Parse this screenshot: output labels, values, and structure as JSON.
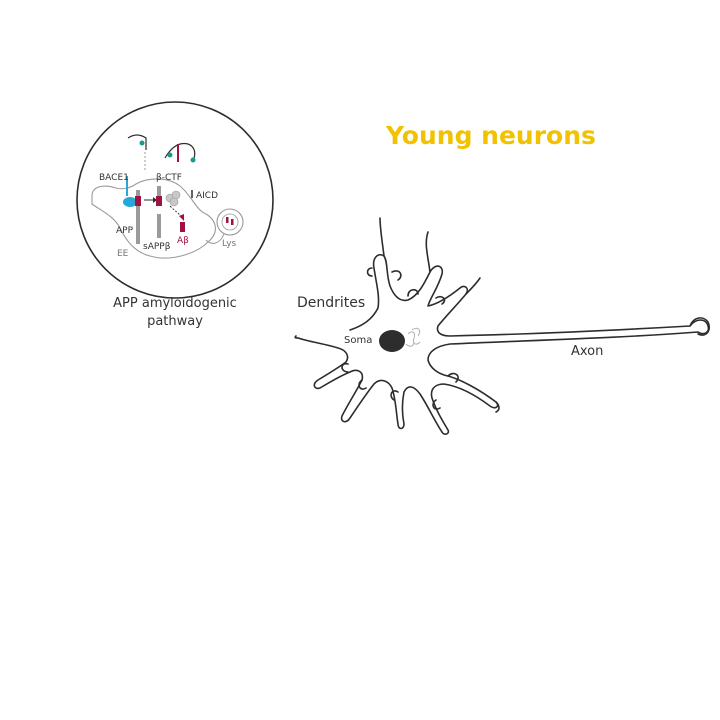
{
  "title": "Young neurons",
  "colors": {
    "title": "#f2c200",
    "outline": "#2d2d2d",
    "app_crimson": "#a0123f",
    "bace_blue": "#28a8d8",
    "teal": "#1a9a8a",
    "gray": "#9a9a9a"
  },
  "inset": {
    "caption_line1": "APP amyloidogenic",
    "caption_line2": "pathway",
    "labels": {
      "bace1": "BACE1",
      "beta_ctf": "β-CTF",
      "aicd": "AICD",
      "app": "APP",
      "sapp_beta": "sAPPβ",
      "abeta": "Aβ",
      "ee": "EE",
      "lys": "Lys"
    }
  },
  "neuron": {
    "dendrites_label": "Dendrites",
    "soma_label": "Soma",
    "axon_label": "Axon"
  }
}
